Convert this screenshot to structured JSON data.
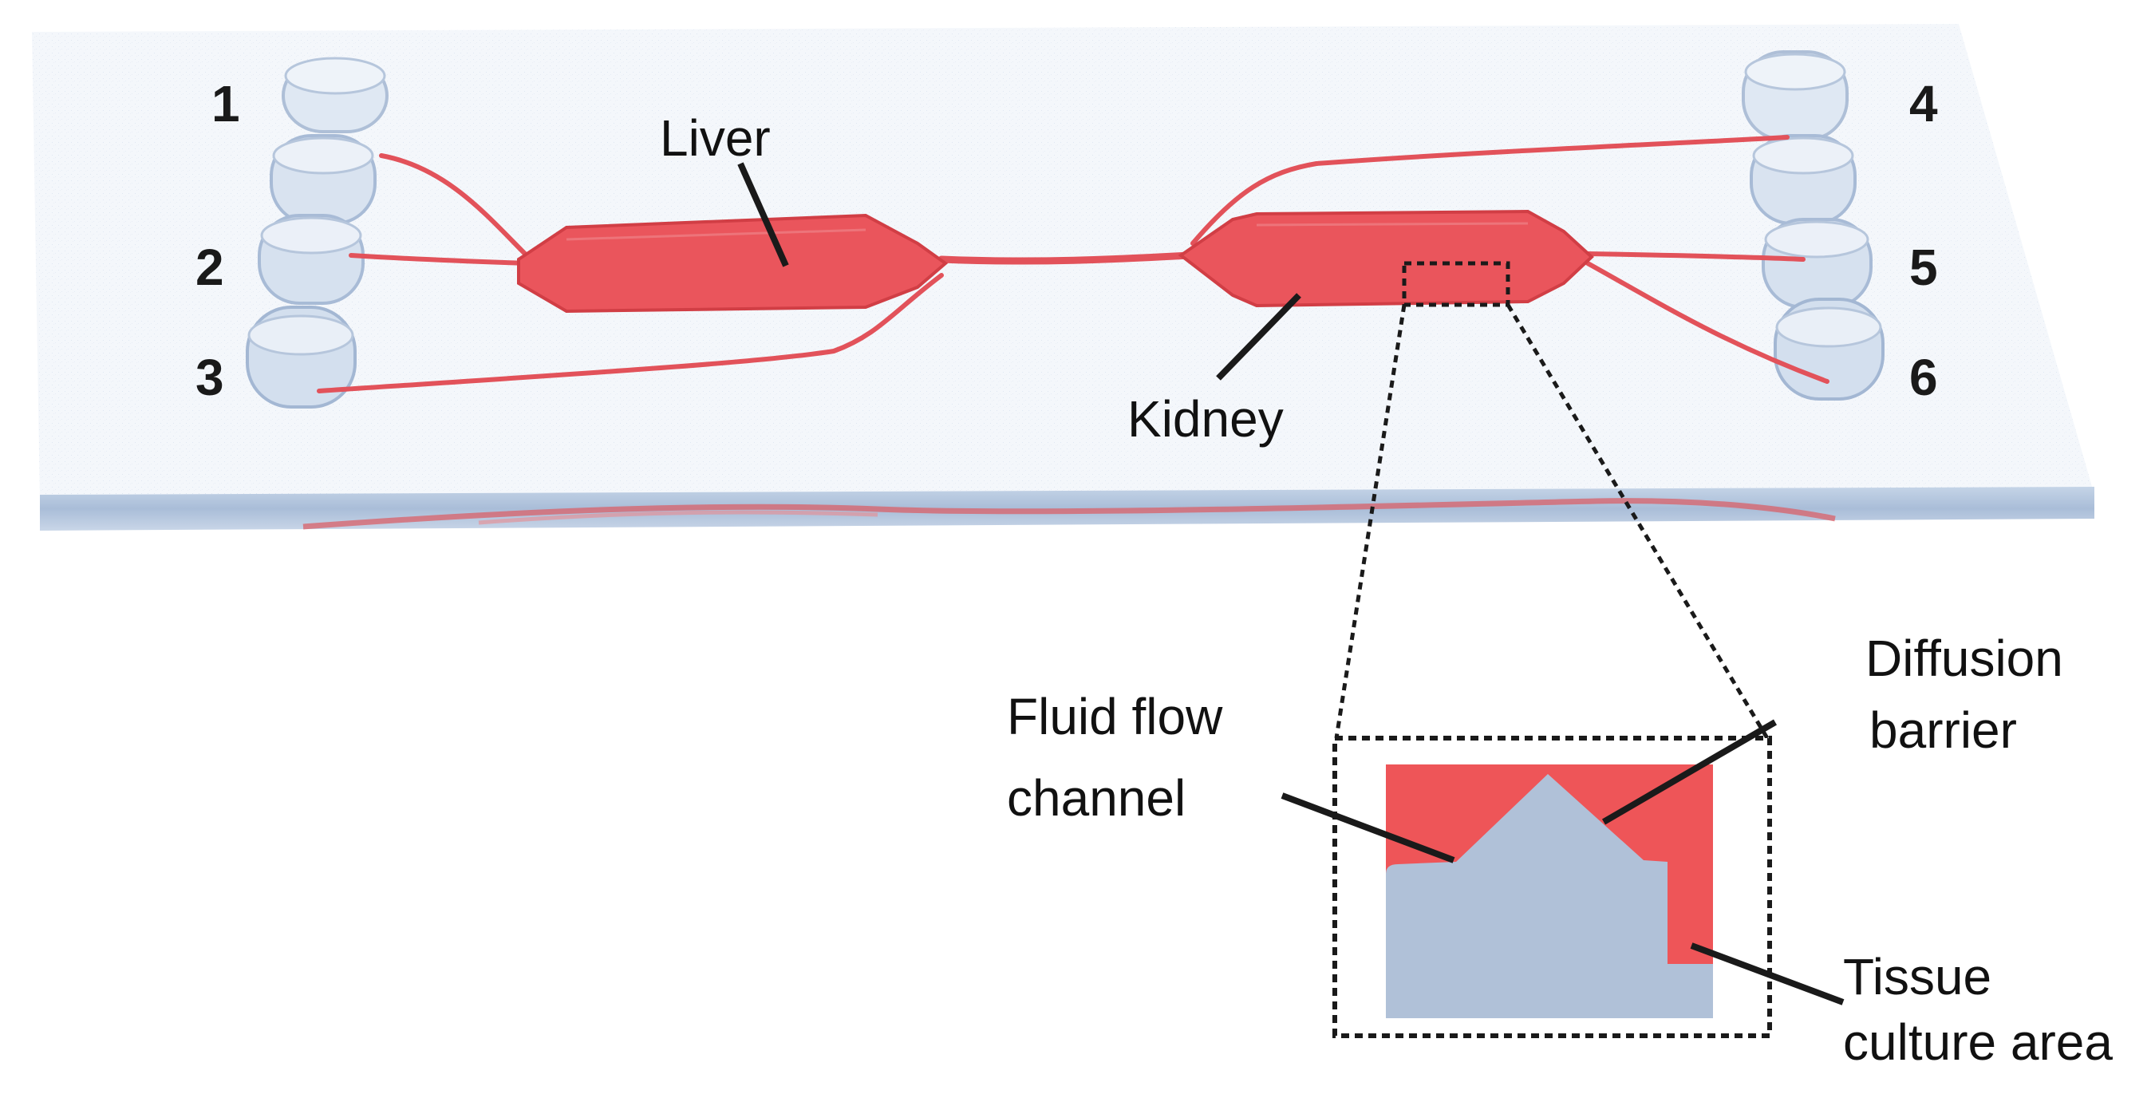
{
  "colors": {
    "chip": "#f3f6fb",
    "chip_edge": "#9fb6d3",
    "channel": "#ec5a5f",
    "channel_dark": "#d94249",
    "barrier": "#b0c1d8",
    "reservoir": "#dbe5f2",
    "reservoir_edge": "#a8bbd6",
    "leader": "#1a1a1a"
  },
  "ports": [
    "1",
    "2",
    "3",
    "4",
    "5",
    "6"
  ],
  "labels": {
    "liver": "Liver",
    "kidney": "Kidney",
    "fluid_flow_line1": "Fluid flow",
    "fluid_flow_line2": "channel",
    "diffusion_line1": "Diffusion",
    "diffusion_line2": "barrier",
    "tissue_line1": "Tissue",
    "tissue_line2": "culture area"
  }
}
